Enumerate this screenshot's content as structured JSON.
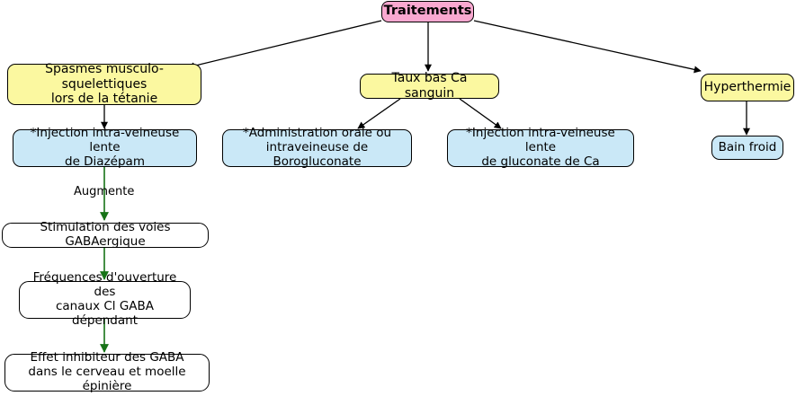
{
  "diagram": {
    "title": "Traitements",
    "type": "flowchart",
    "colors": {
      "root_fill": "#f9a8d0",
      "cause_fill": "#fbf8a0",
      "action_fill": "#cae8f7",
      "effect_fill": "#ffffff",
      "edge_black": "#000000",
      "edge_green": "#177317"
    },
    "nodes": {
      "root": {
        "label": "Traitements"
      },
      "cause_spasmes": {
        "label": "Spasmes musculo-squelettiques\nlors de la tétanie"
      },
      "cause_taux_bas": {
        "label": "Taux bas Ca sanguin"
      },
      "cause_hyperthermie": {
        "label": "Hyperthermie"
      },
      "action_diazepam": {
        "label": "*Injection intra-veineuse lente\nde Diazépam"
      },
      "action_borogluconate": {
        "label": "*Administration orale ou\nintraveineuse de Borogluconate"
      },
      "action_gluconate": {
        "label": "*Injection intra-veineuse lente\nde gluconate de Ca"
      },
      "action_bain_froid": {
        "label": "Bain froid"
      },
      "effect_stimulation": {
        "label": "Stimulation des voies GABAergique"
      },
      "effect_frequences": {
        "label": "Fréquences d'ouverture des\ncanaux Cl GABA dépendant"
      },
      "effect_inhibiteur": {
        "label": "Effet inhibiteur des GABA\ndans le cerveau et moelle épinière"
      }
    },
    "edge_labels": {
      "augmente": "Augmente"
    }
  }
}
